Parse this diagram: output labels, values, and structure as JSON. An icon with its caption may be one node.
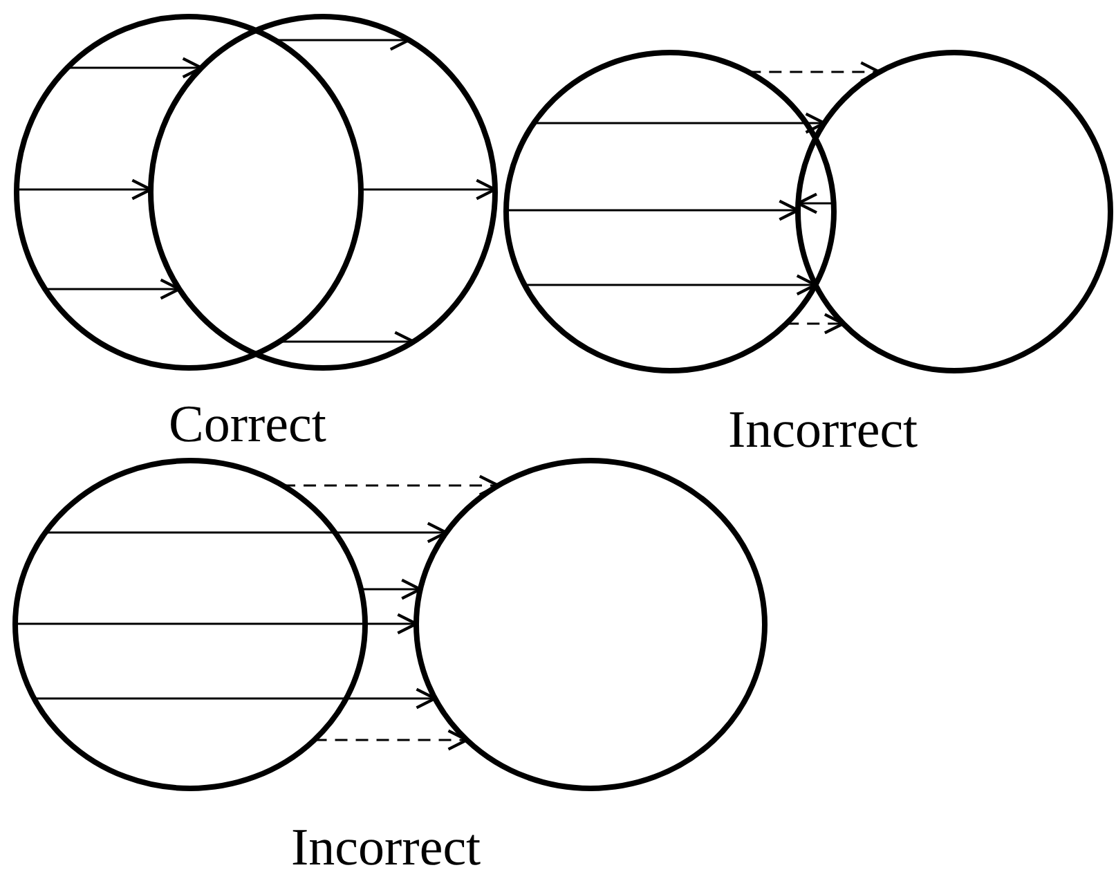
{
  "diagram": {
    "nodes": [
      {
        "text": [],
        "shape": "circle"
      },
      {
        "text": [],
        "shape": "circle"
      },
      {
        "text": [],
        "shape": "circle"
      },
      {
        "text": [],
        "shape": "circle"
      },
      {
        "text": [],
        "shape": "circle"
      },
      {
        "text": [],
        "shape": "circle"
      }
    ],
    "edges": [
      {
        "from": 0,
        "to": 1,
        "arrow": "to"
      },
      {
        "from": 0,
        "to": 1,
        "arrow": "to"
      },
      {
        "from": 0,
        "to": 1,
        "arrow": "to"
      },
      {
        "from": 0,
        "to": 1,
        "arrow": "to"
      },
      {
        "from": 0,
        "to": 1,
        "arrow": "to"
      },
      {
        "from": 0,
        "to": 1,
        "arrow": "to"
      },
      {
        "from": 2,
        "to": 3,
        "arrow": "to",
        "style": "dashed"
      },
      {
        "from": 2,
        "to": 3,
        "arrow": "to"
      },
      {
        "from": 2,
        "to": 3,
        "arrow": "to"
      },
      {
        "from": 3,
        "to": 2,
        "arrow": "to"
      },
      {
        "from": 2,
        "to": 3,
        "arrow": "to"
      },
      {
        "from": 2,
        "to": 3,
        "arrow": "to",
        "style": "dashed"
      },
      {
        "from": 4,
        "to": 5,
        "arrow": "to",
        "style": "dashed"
      },
      {
        "from": 4,
        "to": 5,
        "arrow": "to"
      },
      {
        "from": 4,
        "to": 5,
        "arrow": "to"
      },
      {
        "from": 4,
        "to": 5,
        "arrow": "to"
      },
      {
        "from": 4,
        "to": 5,
        "arrow": "to"
      },
      {
        "from": 4,
        "to": 5,
        "arrow": "to",
        "style": "dashed"
      }
    ],
    "labels": [
      "Correct",
      "Incorrect",
      "Incorrect"
    ]
  }
}
